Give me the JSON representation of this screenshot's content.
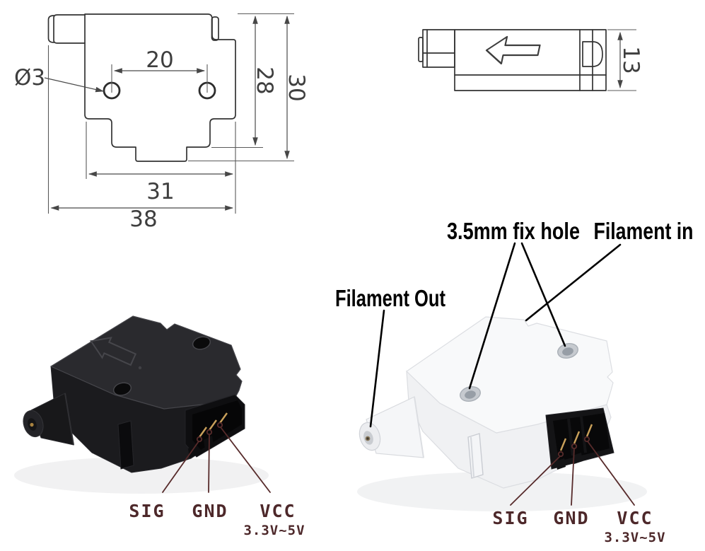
{
  "front_view": {
    "hole_pitch": "20",
    "hole_diameter": "Ø3",
    "height_inner": "28",
    "height_outer": "30",
    "width_body": "31",
    "width_total": "38"
  },
  "side_view": {
    "height": "13"
  },
  "callouts": {
    "fix_hole": "3.5mm fix hole",
    "filament_in": "Filament in",
    "filament_out": "Filament Out"
  },
  "black_module": {
    "pins": {
      "sig": "SIG",
      "gnd": "GND",
      "vcc": "VCC",
      "vcc_range": "3.3V~5V"
    }
  },
  "white_module": {
    "pins": {
      "sig": "SIG",
      "gnd": "GND",
      "vcc": "VCC",
      "vcc_range": "3.3V~5V"
    }
  },
  "colors": {
    "drawing_line": "#474747",
    "callout": "#000000",
    "pin_annotation": "#52282a"
  }
}
